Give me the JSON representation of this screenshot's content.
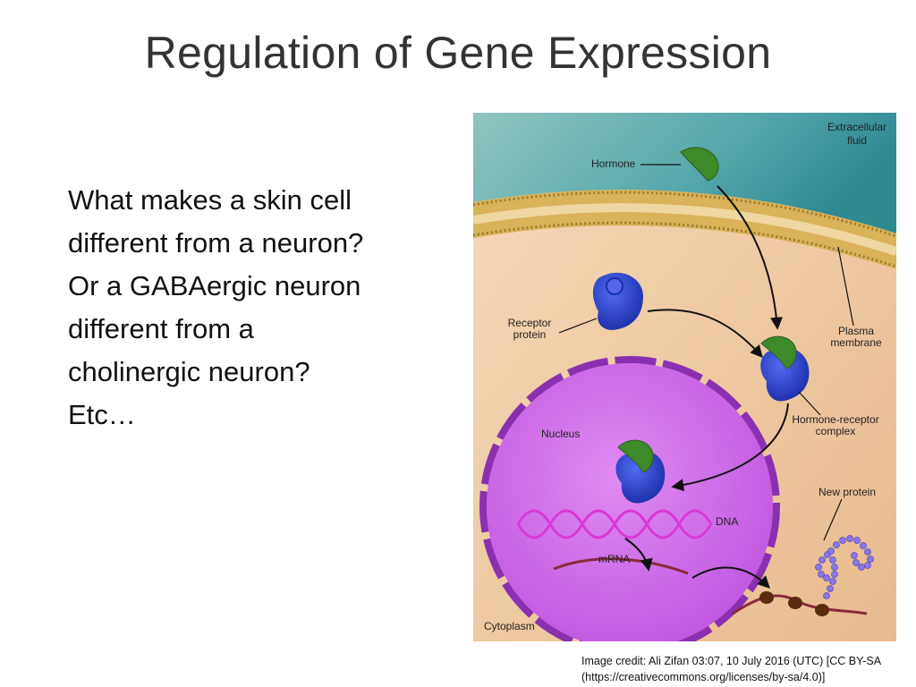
{
  "slide": {
    "title": "Regulation of Gene Expression",
    "body_lines": [
      "What makes a skin cell",
      "different from a neuron?",
      "Or a GABAergic neuron",
      "different from a",
      "cholinergic neuron?",
      "Etc…"
    ]
  },
  "figure": {
    "labels": {
      "extracellular_line1": "Extracellular",
      "extracellular_line2": "fluid",
      "hormone": "Hormone",
      "receptor_line1": "Receptor",
      "receptor_line2": "protein",
      "plasma_line1": "Plasma",
      "plasma_line2": "membrane",
      "complex_line1": "Hormone-receptor",
      "complex_line2": "complex",
      "nucleus": "Nucleus",
      "new_protein": "New protein",
      "dna": "DNA",
      "mrna": "mRNA",
      "cytoplasm": "Cytoplasm"
    },
    "colors": {
      "extracellular": "#3f9aa0",
      "membrane": "#c9a24a",
      "cytoplasm": "#f0c9a0",
      "nucleus": "#c055e0",
      "nuclear_envelope": "#8a2fb0",
      "receptor": "#2d43c8",
      "hormone": "#3d8a2a",
      "dna": "#d838d8",
      "mrna": "#8a2a3a",
      "ribosome": "#5a2a10",
      "protein": "#8a78e8"
    }
  },
  "credit": {
    "line1": "Image credit: Ali Zifan 03:07, 10 July 2016 (UTC) [CC BY-SA",
    "line2": "(https://creativecommons.org/licenses/by-sa/4.0)]"
  }
}
